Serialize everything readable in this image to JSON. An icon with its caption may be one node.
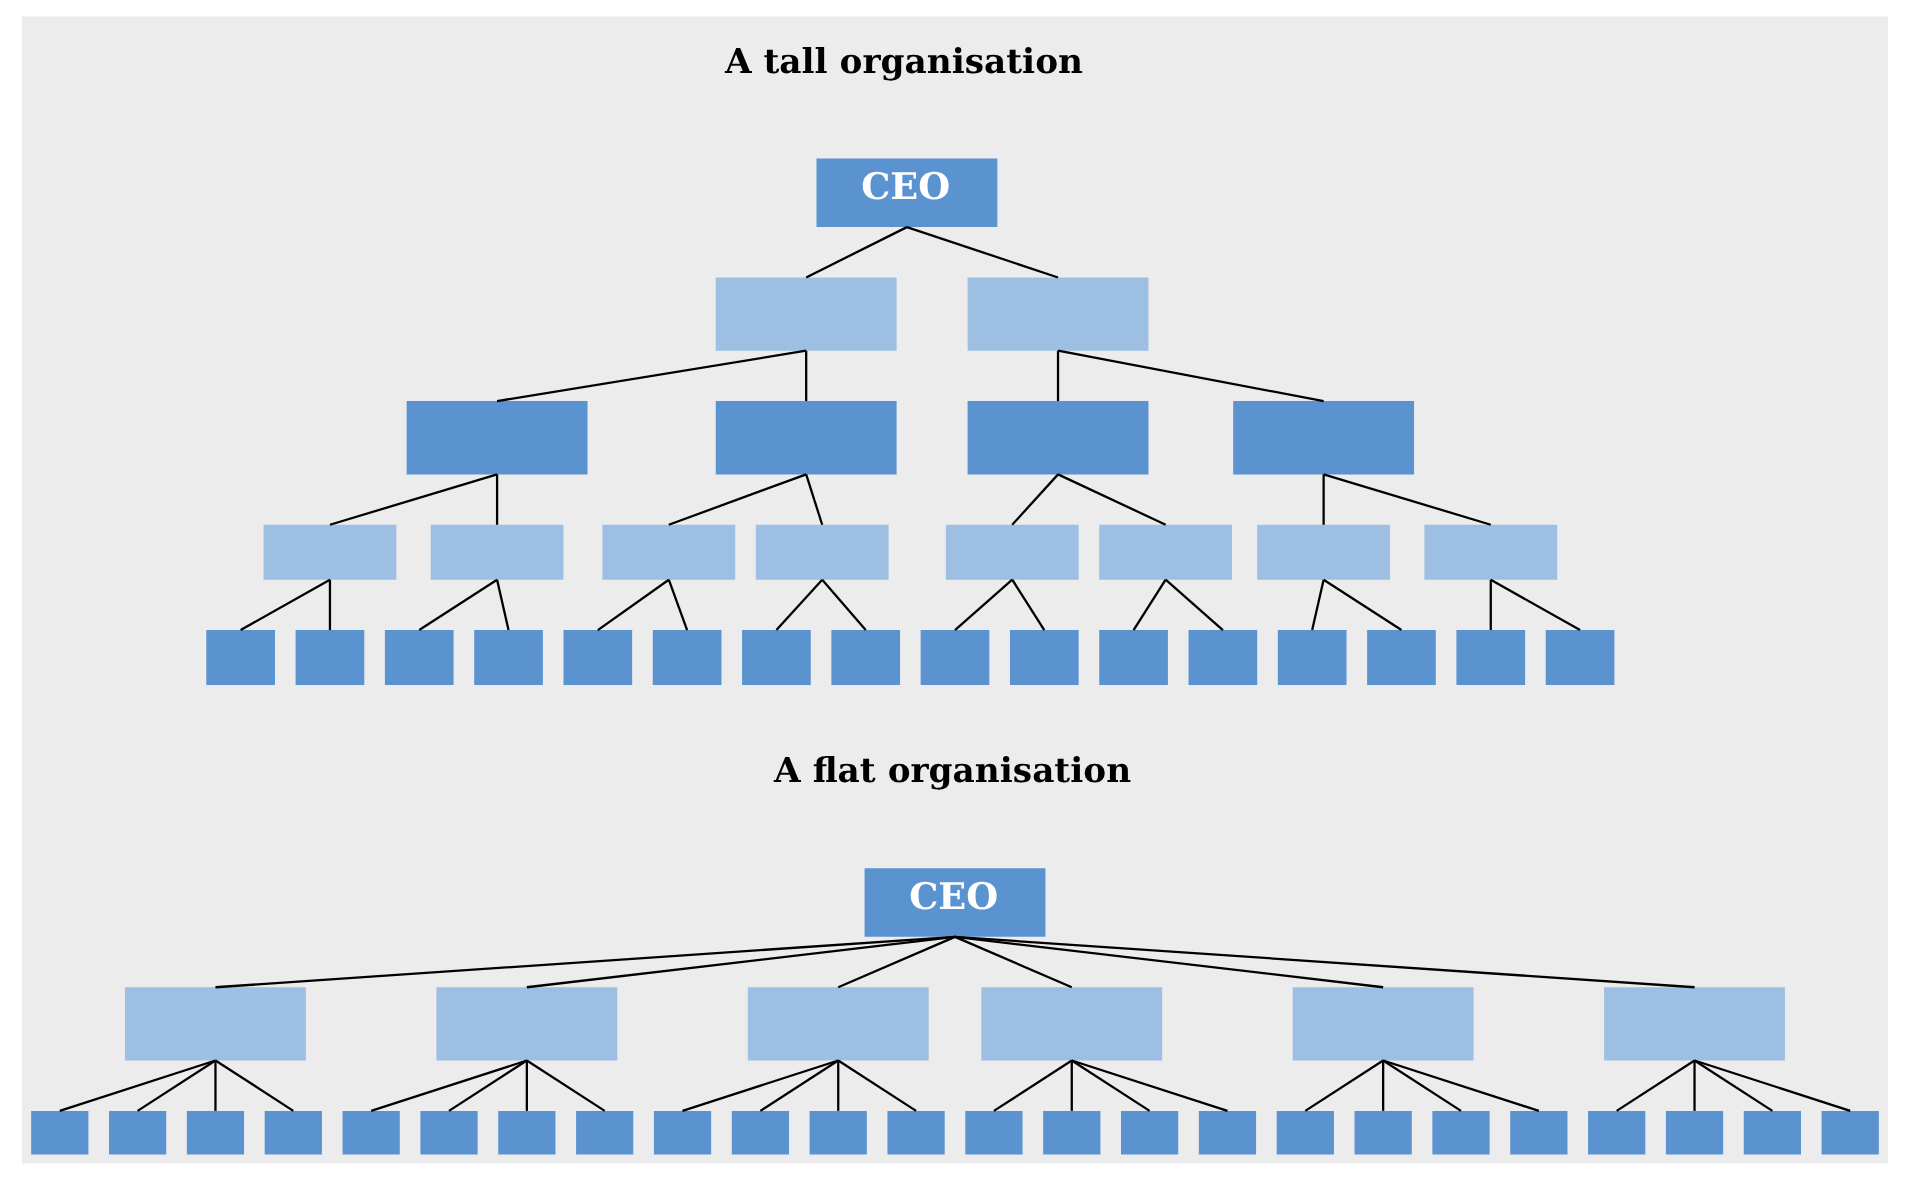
{
  "diagram": {
    "nodes": [
      {
        "text": [
          "CEO"
        ]
      },
      {
        "text": [],
        "shape": "box"
      },
      {
        "text": [],
        "shape": "box"
      },
      {
        "text": [],
        "shape": "box"
      },
      {
        "text": [],
        "shape": "box"
      },
      {
        "text": [],
        "shape": "box"
      },
      {
        "text": [],
        "shape": "box"
      },
      {
        "text": [],
        "shape": "box"
      },
      {
        "text": [],
        "shape": "box"
      },
      {
        "text": [],
        "shape": "box"
      },
      {
        "text": [],
        "shape": "box"
      },
      {
        "text": [],
        "shape": "box"
      },
      {
        "text": [],
        "shape": "box"
      },
      {
        "text": [],
        "shape": "box"
      },
      {
        "text": [],
        "shape": "box"
      },
      {
        "text": [],
        "shape": "box"
      },
      {
        "text": [],
        "shape": "box"
      },
      {
        "text": [],
        "shape": "box"
      },
      {
        "text": [],
        "shape": "box"
      },
      {
        "text": [],
        "shape": "box"
      },
      {
        "text": [],
        "shape": "box"
      },
      {
        "text": [],
        "shape": "box"
      },
      {
        "text": [],
        "shape": "box"
      },
      {
        "text": [],
        "shape": "box"
      },
      {
        "text": [],
        "shape": "box"
      },
      {
        "text": [],
        "shape": "box"
      },
      {
        "text": [],
        "shape": "box"
      },
      {
        "text": [],
        "shape": "box"
      },
      {
        "text": [],
        "shape": "box"
      },
      {
        "text": [],
        "shape": "box"
      },
      {
        "text": [],
        "shape": "box"
      },
      {
        "text": [
          "CEO"
        ]
      },
      {
        "text": [],
        "shape": "box"
      },
      {
        "text": [],
        "shape": "box"
      },
      {
        "text": [],
        "shape": "box"
      },
      {
        "text": [],
        "shape": "box"
      },
      {
        "text": [],
        "shape": "box"
      },
      {
        "text": [],
        "shape": "box"
      },
      {
        "text": [],
        "shape": "box"
      },
      {
        "text": [],
        "shape": "box"
      },
      {
        "text": [],
        "shape": "box"
      },
      {
        "text": [],
        "shape": "box"
      },
      {
        "text": [],
        "shape": "box"
      },
      {
        "text": [],
        "shape": "box"
      },
      {
        "text": [],
        "shape": "box"
      },
      {
        "text": [],
        "shape": "box"
      },
      {
        "text": [],
        "shape": "box"
      },
      {
        "text": [],
        "shape": "box"
      },
      {
        "text": [],
        "shape": "box"
      },
      {
        "text": [],
        "shape": "box"
      },
      {
        "text": [],
        "shape": "box"
      },
      {
        "text": [],
        "shape": "box"
      },
      {
        "text": [],
        "shape": "box"
      },
      {
        "text": [],
        "shape": "box"
      },
      {
        "text": [],
        "shape": "box"
      },
      {
        "text": [],
        "shape": "box"
      },
      {
        "text": [],
        "shape": "box"
      },
      {
        "text": [],
        "shape": "box"
      },
      {
        "text": [],
        "shape": "box"
      },
      {
        "text": [],
        "shape": "box"
      },
      {
        "text": [],
        "shape": "box"
      },
      {
        "text": [],
        "shape": "box"
      }
    ],
    "edges": [
      {
        "from": 0,
        "to": 1,
        "arrow": "none"
      },
      {
        "from": 0,
        "to": 2,
        "arrow": "none"
      },
      {
        "from": 1,
        "to": 3,
        "arrow": "none"
      },
      {
        "from": 1,
        "to": 4,
        "arrow": "none"
      },
      {
        "from": 2,
        "to": 5,
        "arrow": "none"
      },
      {
        "from": 2,
        "to": 6,
        "arrow": "none"
      },
      {
        "from": 3,
        "to": 7,
        "arrow": "none"
      },
      {
        "from": 3,
        "to": 8,
        "arrow": "none"
      },
      {
        "from": 4,
        "to": 9,
        "arrow": "none"
      },
      {
        "from": 4,
        "to": 10,
        "arrow": "none"
      },
      {
        "from": 5,
        "to": 11,
        "arrow": "none"
      },
      {
        "from": 5,
        "to": 12,
        "arrow": "none"
      },
      {
        "from": 6,
        "to": 13,
        "arrow": "none"
      },
      {
        "from": 6,
        "to": 14,
        "arrow": "none"
      },
      {
        "from": 7,
        "to": 15,
        "arrow": "none"
      },
      {
        "from": 7,
        "to": 16,
        "arrow": "none"
      },
      {
        "from": 8,
        "to": 17,
        "arrow": "none"
      },
      {
        "from": 8,
        "to": 18,
        "arrow": "none"
      },
      {
        "from": 9,
        "to": 19,
        "arrow": "none"
      },
      {
        "from": 9,
        "to": 20,
        "arrow": "none"
      },
      {
        "from": 10,
        "to": 21,
        "arrow": "none"
      },
      {
        "from": 10,
        "to": 22,
        "arrow": "none"
      },
      {
        "from": 11,
        "to": 23,
        "arrow": "none"
      },
      {
        "from": 11,
        "to": 24,
        "arrow": "none"
      },
      {
        "from": 12,
        "to": 25,
        "arrow": "none"
      },
      {
        "from": 12,
        "to": 26,
        "arrow": "none"
      },
      {
        "from": 13,
        "to": 27,
        "arrow": "none"
      },
      {
        "from": 13,
        "to": 28,
        "arrow": "none"
      },
      {
        "from": 14,
        "to": 29,
        "arrow": "none"
      },
      {
        "from": 14,
        "to": 30,
        "arrow": "none"
      },
      {
        "from": 31,
        "to": 32,
        "arrow": "none"
      },
      {
        "from": 31,
        "to": 33,
        "arrow": "none"
      },
      {
        "from": 31,
        "to": 34,
        "arrow": "none"
      },
      {
        "from": 31,
        "to": 35,
        "arrow": "none"
      },
      {
        "from": 31,
        "to": 36,
        "arrow": "none"
      },
      {
        "from": 31,
        "to": 37,
        "arrow": "none"
      },
      {
        "from": 32,
        "to": 38,
        "arrow": "none"
      },
      {
        "from": 32,
        "to": 39,
        "arrow": "none"
      },
      {
        "from": 32,
        "to": 40,
        "arrow": "none"
      },
      {
        "from": 32,
        "to": 41,
        "arrow": "none"
      },
      {
        "from": 33,
        "to": 42,
        "arrow": "none"
      },
      {
        "from": 33,
        "to": 43,
        "arrow": "none"
      },
      {
        "from": 33,
        "to": 44,
        "arrow": "none"
      },
      {
        "from": 33,
        "to": 45,
        "arrow": "none"
      },
      {
        "from": 34,
        "to": 46,
        "arrow": "none"
      },
      {
        "from": 34,
        "to": 47,
        "arrow": "none"
      },
      {
        "from": 34,
        "to": 48,
        "arrow": "none"
      },
      {
        "from": 34,
        "to": 49,
        "arrow": "none"
      },
      {
        "from": 35,
        "to": 50,
        "arrow": "none"
      },
      {
        "from": 35,
        "to": 51,
        "arrow": "none"
      },
      {
        "from": 35,
        "to": 52,
        "arrow": "none"
      },
      {
        "from": 35,
        "to": 53,
        "arrow": "none"
      },
      {
        "from": 36,
        "to": 54,
        "arrow": "none"
      },
      {
        "from": 36,
        "to": 55,
        "arrow": "none"
      },
      {
        "from": 36,
        "to": 56,
        "arrow": "none"
      },
      {
        "from": 36,
        "to": 57,
        "arrow": "none"
      },
      {
        "from": 37,
        "to": 58,
        "arrow": "none"
      },
      {
        "from": 37,
        "to": 59,
        "arrow": "none"
      },
      {
        "from": 37,
        "to": 60,
        "arrow": "none"
      },
      {
        "from": 37,
        "to": 61,
        "arrow": "none"
      }
    ],
    "labels": [
      "A tall organisation",
      "A flat organisation"
    ]
  }
}
